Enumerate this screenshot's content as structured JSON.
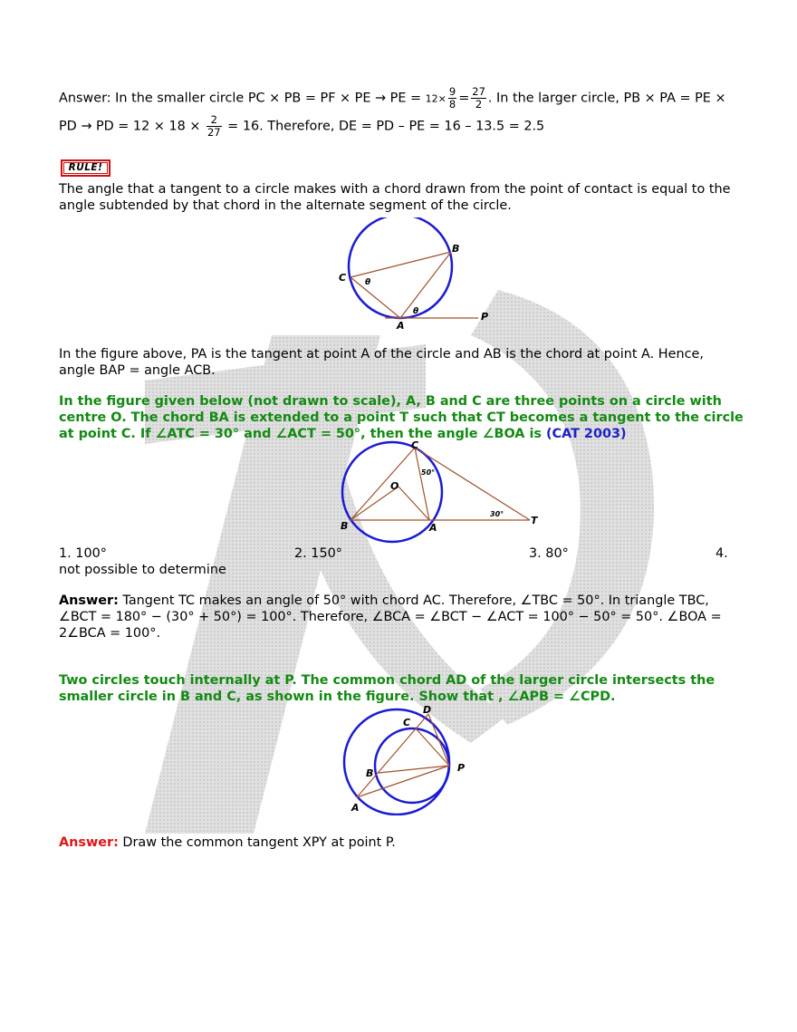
{
  "answer1": {
    "line1_a": "Answer: In the smaller circle PC × PB = PF × PE → PE = ",
    "frac_a_left": "12×",
    "frac_a_num": "9",
    "frac_a_den": "8",
    "frac_a_eq": "=",
    "frac_b_num": "27",
    "frac_b_den": "2",
    "line1_b": ". In the larger circle, PB × PA = PE ×",
    "line2_a": "PD → PD = 12 × 18 × ",
    "frac_c_num": "2",
    "frac_c_den": "27",
    "line2_b": " = 16. Therefore, DE = PD – PE = 16 – 13.5 = 2.5"
  },
  "rule": {
    "badge": "RULE!",
    "text_line1": "The angle that a tangent to a circle makes with a chord drawn from the point of contact is equal to the",
    "text_line2": "angle subtended by that chord in the alternate segment of the circle."
  },
  "figure1": {
    "labels": [
      "B",
      "C",
      "θ",
      "θ",
      "A",
      "P"
    ]
  },
  "figure1_caption": {
    "line1": "In the figure above, PA is the tangent at point A of the circle and AB is the chord at point A. Hence,",
    "line2": "angle BAP = angle ACB."
  },
  "question1": {
    "line1": "In the figure given below (not drawn to scale), A, B and C are three points on a circle with",
    "line2": "centre O. The chord BA is extended to a point T such that CT becomes a tangent to the circle",
    "line3": "at point C. If ∠ATC = 30° and ∠ACT = 50°, then the angle ∠BOA is ",
    "source": "(CAT 2003)"
  },
  "figure2": {
    "labels": [
      "C",
      "50°",
      "O",
      "30°",
      "T",
      "B",
      "A"
    ]
  },
  "options": {
    "opt1": "1. 100°",
    "opt2": "2. 150°",
    "opt3": "3. 80°",
    "opt4_num": "4.",
    "opt4_text": "not possible to determine"
  },
  "answer2": {
    "label": "Answer:",
    "line1": " Tangent TC makes an angle of 50° with chord AC. Therefore, ∠TBC = 50°. In triangle TBC,",
    "line2": "∠BCT = 180° − (30° + 50°) = 100°. Therefore, ∠BCA = ∠BCT − ∠ACT = 100° − 50° = 50°. ∠BOA =",
    "line3": "2∠BCA = 100°."
  },
  "question2": {
    "line1": "Two circles touch internally at P. The common chord AD of the larger circle intersects the",
    "line2": "smaller circle in B and C, as shown in the figure. Show that , ∠APB = ∠CPD."
  },
  "figure3": {
    "labels": [
      "D",
      "C",
      "B",
      "P",
      "A"
    ]
  },
  "answer3": {
    "label": "Answer:",
    "text": " Draw the common tangent XPY at point P."
  },
  "colors": {
    "circle": "#1b1bd6",
    "chord": "#a0522d",
    "question": "#138a13",
    "source": "#1d22c8",
    "answer_label": "#e21616",
    "watermark": "#c8c8c8"
  }
}
